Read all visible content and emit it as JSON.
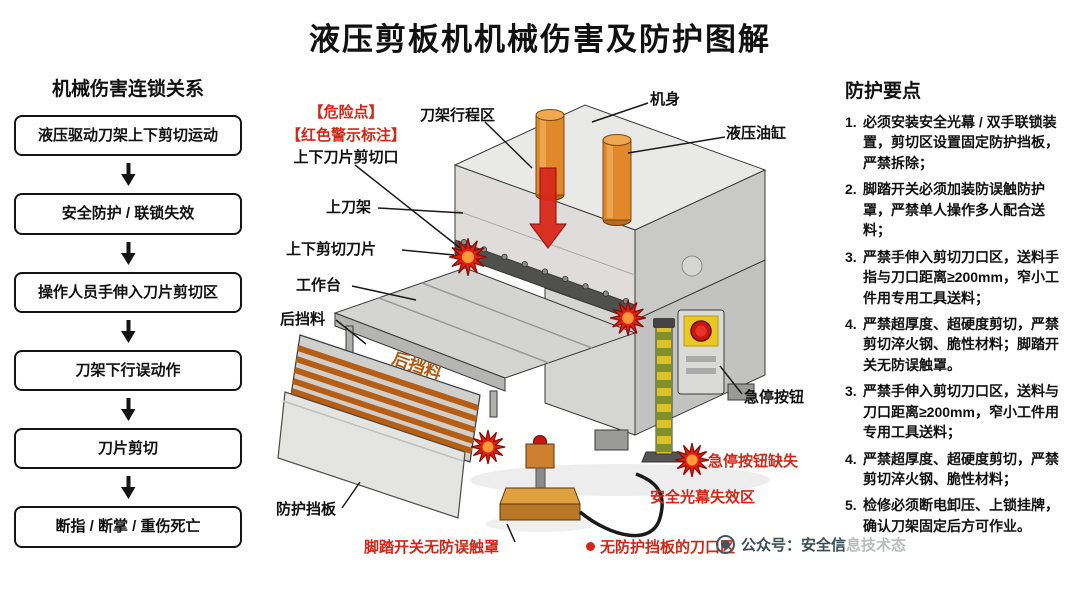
{
  "title": "液压剪板机机械伤害及防护图解",
  "flow": {
    "header": "机械伤害连锁关系",
    "steps": [
      "液压驱动刀架上下剪切运动",
      "安全防护 / 联锁失效",
      "操作人员手伸入刀片剪切区",
      "刀架下行误动作",
      "刀片剪切",
      "断指 / 断掌 / 重伤死亡"
    ]
  },
  "diagram": {
    "danger_note": {
      "line1": "【危险点】",
      "line2": "【红色警示标注】",
      "line3": "上下刀片剪切口"
    },
    "labels": {
      "ram_travel_zone": "刀架行程区",
      "machine_body": "机身",
      "hydraulic_cylinder": "液压油缸",
      "upper_ram": "上刀架",
      "shear_blades": "上下剪切刀片",
      "worktable": "工作台",
      "back_gauge": "后挡料",
      "back_gauge_on_machine": "后挡料",
      "protective_plate": "防护挡板",
      "foot_switch_warning": "脚踏开关无防误触罩",
      "estop_button": "急停按钮",
      "estop_missing": "急停按钮缺失",
      "light_curtain_failure": "安全光幕失效区",
      "unguarded_blade_zone": "无防护挡板的刀口区"
    }
  },
  "protection": {
    "header": "防护要点",
    "items": [
      {
        "num": "1.",
        "text": "必须安装安全光幕 / 双手联锁装置，剪切区设置固定防护挡板，严禁拆除；"
      },
      {
        "num": "2.",
        "text": "脚踏开关必须加装防误触防护罩，严禁单人操作多人配合送料；"
      },
      {
        "num": "3.",
        "text": "严禁手伸入剪切刀口区，送料手指与刀口距离≥200mm，窄小工件用专用工具送料；"
      },
      {
        "num": "4.",
        "text": "严禁超厚度、超硬度剪切，严禁剪切淬火钢、脆性材料；脚踏开关无防误触罩。"
      },
      {
        "num": "3.",
        "text": "严禁手伸入剪切刀口区，送料与刀口距离≥200mm，窄小工件用专用工具送料；"
      },
      {
        "num": "4.",
        "text": "严禁超厚度、超硬度剪切，严禁剪切淬火钢、脆性材料；"
      },
      {
        "num": "5.",
        "text": "检修必须断电卸压、上锁挂牌，确认刀架固定后方可作业。"
      }
    ]
  },
  "watermark": {
    "text_dark": "公众号：安全信",
    "text_gray": "息技术态"
  },
  "colors": {
    "danger_red": "#d42616",
    "cylinder_orange": "#e0882a",
    "label_black": "#111111"
  }
}
